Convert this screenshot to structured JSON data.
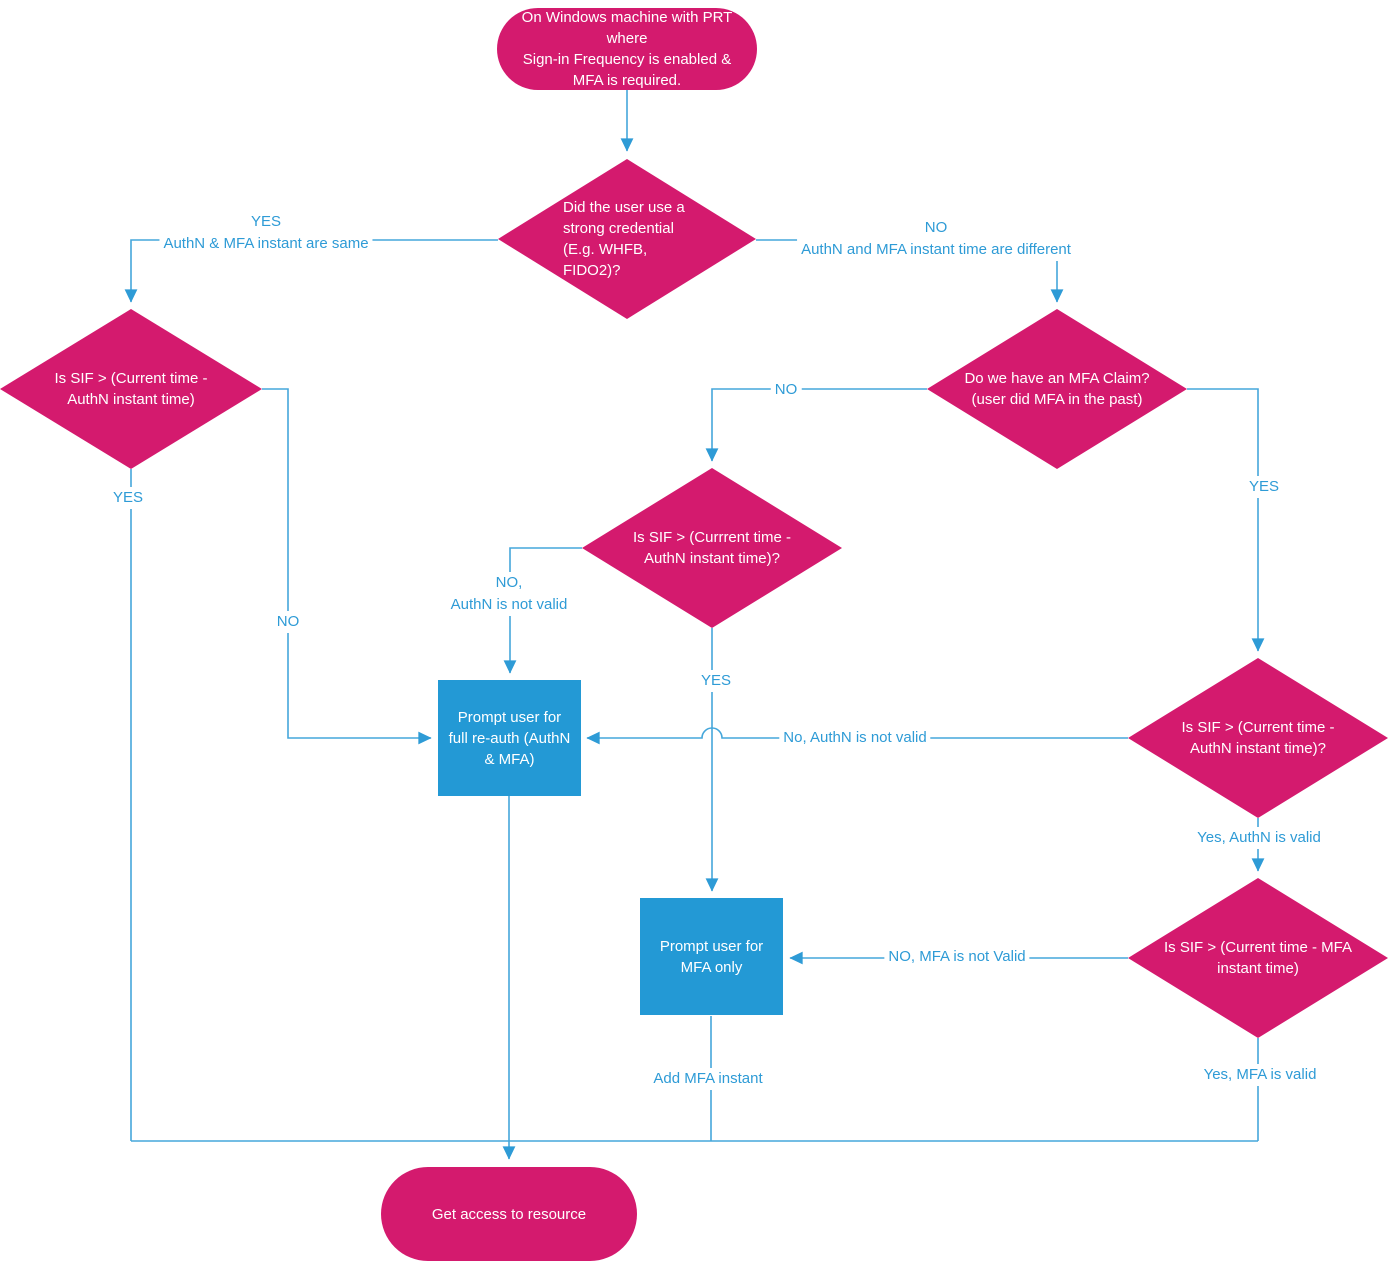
{
  "colors": {
    "node_pink": "#d41a6e",
    "node_blue": "#2399d5",
    "line_blue": "#45a7db",
    "label_blue": "#2e9bd6"
  },
  "nodes": {
    "start": "On Windows machine with PRT\nwhere\nSign-in Frequency is enabled &\nMFA is required.",
    "strong_credential": "Did the user use a\nstrong credential\n(E.g. WHFB,\nFIDO2)?",
    "sif_authn_left": "Is SIF > (Current time -\nAuthN instant time)",
    "mfa_claim": "Do we have an MFA Claim?\n(user did MFA in the past)",
    "sif_authn_mid": "Is SIF > (Currrent time -\nAuthN instant time)?",
    "full_reauth": "Prompt user for\nfull re-auth (AuthN\n& MFA)",
    "sif_authn_right": "Is SIF > (Current time -\nAuthN instant time)?",
    "sif_mfa": "Is SIF > (Current time - MFA\ninstant time)",
    "mfa_only": "Prompt user for\nMFA only",
    "end": "Get access to resource"
  },
  "edge_labels": {
    "cred_yes": "YES\nAuthN & MFA instant are same",
    "cred_no": "NO\nAuthN and MFA instant time are different",
    "left_yes": "YES",
    "left_no": "NO",
    "claim_no": "NO",
    "claim_yes": "YES",
    "mid_no": "NO,\nAuthN is not valid",
    "mid_yes": "YES",
    "right_no": "No, AuthN is not valid",
    "right_yes": "Yes, AuthN is valid",
    "mfa_no": "NO, MFA is not Valid",
    "mfa_yes": "Yes, MFA is valid",
    "add_mfa": "Add MFA instant"
  }
}
